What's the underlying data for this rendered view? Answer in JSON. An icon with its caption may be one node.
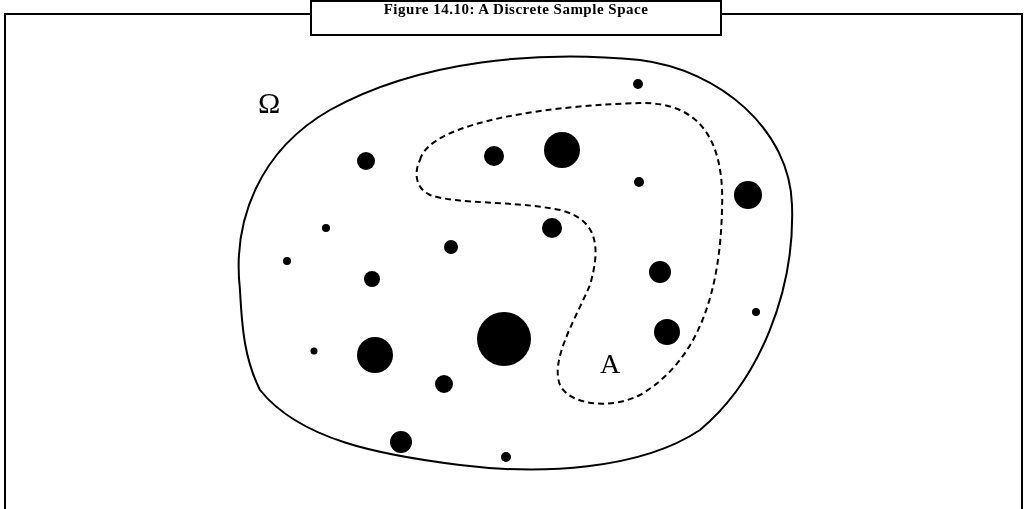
{
  "diagram": {
    "nodes": [
      {
        "text": [
          "Figure 14.10: A Discrete Sample Space"
        ]
      },
      {
        "text": [
          "Ω"
        ]
      },
      {
        "text": [
          "A"
        ],
        "in": 1
      }
    ]
  }
}
